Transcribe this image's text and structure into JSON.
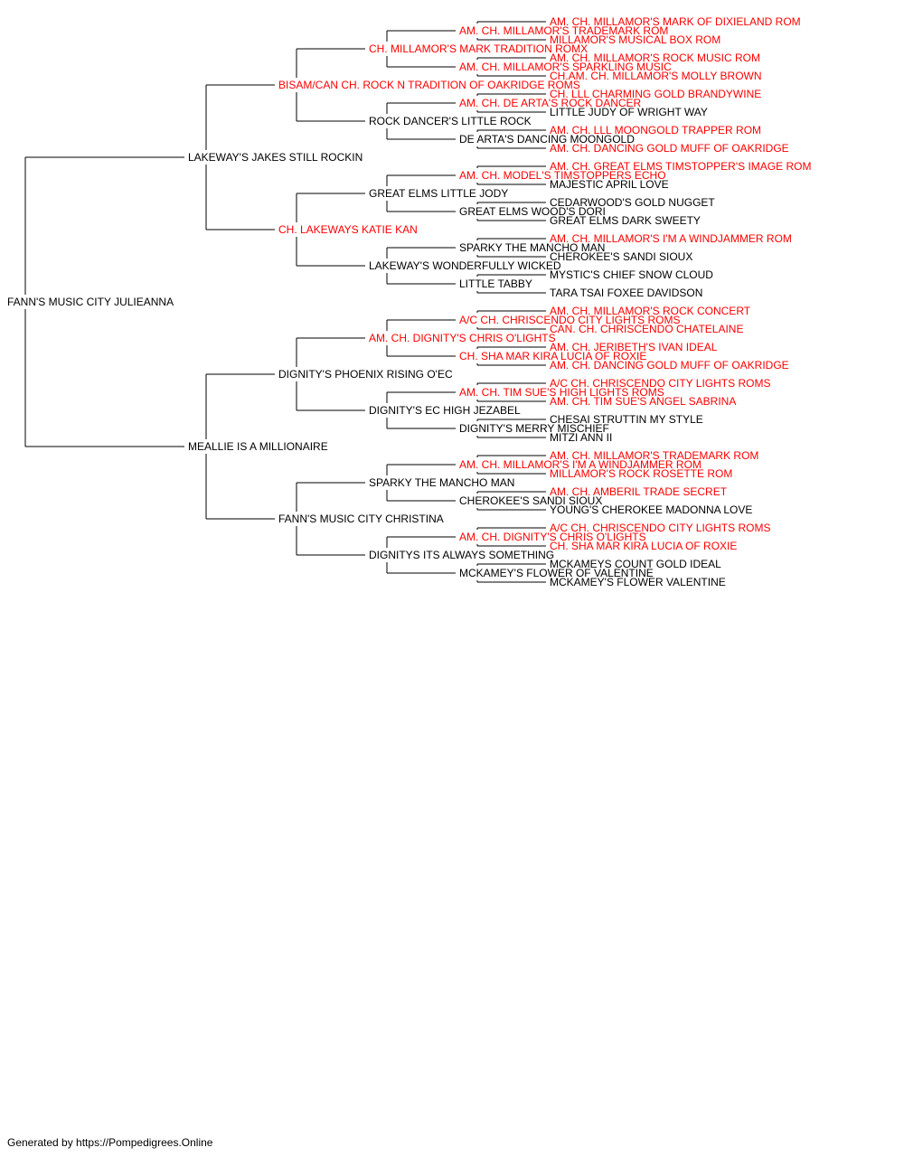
{
  "colors": {
    "champion": "#ff0000",
    "normal": "#000000",
    "line": "#000000"
  },
  "pedigree": {
    "name": "FANN'S MUSIC CITY JULIEANNA",
    "red": false,
    "sire": {
      "name": "LAKEWAY'S JAKES STILL ROCKIN",
      "red": false,
      "sire": {
        "name": "BISAM/CAN CH. ROCK N TRADITION OF OAKRIDGE ROMS",
        "red": true,
        "sire": {
          "name": "CH. MILLAMOR'S MARK TRADITION ROMX",
          "red": true,
          "sire": {
            "name": "AM. CH. MILLAMOR'S TRADEMARK ROM",
            "red": true,
            "sire": {
              "name": "AM. CH. MILLAMOR'S MARK OF DIXIELAND ROM",
              "red": true
            },
            "dam": {
              "name": "MILLAMOR'S MUSICAL BOX ROM",
              "red": true
            }
          },
          "dam": {
            "name": "AM. CH. MILLAMOR'S SPARKLING MUSIC",
            "red": true,
            "sire": {
              "name": "AM. CH. MILLAMOR'S ROCK MUSIC ROM",
              "red": true
            },
            "dam": {
              "name": "CH.AM. CH. MILLAMOR'S MOLLY BROWN",
              "red": true
            }
          }
        },
        "dam": {
          "name": "ROCK DANCER'S LITTLE ROCK",
          "red": false,
          "sire": {
            "name": "AM. CH. DE ARTA'S ROCK DANCER",
            "red": true,
            "sire": {
              "name": "CH. LLL CHARMING GOLD BRANDYWINE",
              "red": true
            },
            "dam": {
              "name": "LITTLE JUDY OF WRIGHT WAY",
              "red": false
            }
          },
          "dam": {
            "name": "DE ARTA'S DANCING MOONGOLD",
            "red": false,
            "sire": {
              "name": "AM. CH. LLL MOONGOLD TRAPPER ROM",
              "red": true
            },
            "dam": {
              "name": "AM. CH. DANCING GOLD MUFF OF OAKRIDGE",
              "red": true
            }
          }
        }
      },
      "dam": {
        "name": "CH. LAKEWAYS KATIE KAN",
        "red": true,
        "sire": {
          "name": "GREAT ELMS LITTLE JODY",
          "red": false,
          "sire": {
            "name": "AM. CH. MODEL'S TIMSTOPPERS ECHO",
            "red": true,
            "sire": {
              "name": "AM. CH. GREAT ELMS TIMSTOPPER'S IMAGE ROM",
              "red": true
            },
            "dam": {
              "name": "MAJESTIC APRIL LOVE",
              "red": false
            }
          },
          "dam": {
            "name": "GREAT ELMS WOOD'S DORI",
            "red": false,
            "sire": {
              "name": "CEDARWOOD'S GOLD NUGGET",
              "red": false
            },
            "dam": {
              "name": "GREAT ELMS DARK SWEETY",
              "red": false
            }
          }
        },
        "dam": {
          "name": "LAKEWAY'S WONDERFULLY WICKED",
          "red": false,
          "sire": {
            "name": "SPARKY THE MANCHO MAN",
            "red": false,
            "sire": {
              "name": "AM. CH. MILLAMOR'S I'M A WINDJAMMER ROM",
              "red": true
            },
            "dam": {
              "name": "CHEROKEE'S SANDI SIOUX",
              "red": false
            }
          },
          "dam": {
            "name": "LITTLE TABBY",
            "red": false,
            "sire": {
              "name": "MYSTIC'S CHIEF SNOW CLOUD",
              "red": false
            },
            "dam": {
              "name": "TARA TSAI FOXEE DAVIDSON",
              "red": false
            }
          }
        }
      }
    },
    "dam": {
      "name": "MEALLIE IS A MILLIONAIRE",
      "red": false,
      "sire": {
        "name": "DIGNITY'S PHOENIX RISING O'EC",
        "red": false,
        "sire": {
          "name": "AM. CH. DIGNITY'S CHRIS O'LIGHTS",
          "red": true,
          "sire": {
            "name": "A/C CH. CHRISCENDO CITY LIGHTS ROMS",
            "red": true,
            "sire": {
              "name": "AM. CH. MILLAMOR'S ROCK CONCERT",
              "red": true
            },
            "dam": {
              "name": "CAN. CH. CHRISCENDO CHATELAINE",
              "red": true
            }
          },
          "dam": {
            "name": "CH. SHA MAR KIRA LUCIA OF ROXIE",
            "red": true,
            "sire": {
              "name": "AM. CH. JERIBETH'S IVAN IDEAL",
              "red": true
            },
            "dam": {
              "name": "AM. CH. DANCING GOLD MUFF OF OAKRIDGE",
              "red": true
            }
          }
        },
        "dam": {
          "name": "DIGNITY'S EC HIGH JEZABEL",
          "red": false,
          "sire": {
            "name": "AM. CH. TIM SUE'S HIGH LIGHTS ROMS",
            "red": true,
            "sire": {
              "name": "A/C CH. CHRISCENDO CITY LIGHTS ROMS",
              "red": true
            },
            "dam": {
              "name": "AM. CH. TIM SUE'S ANGEL SABRINA",
              "red": true
            }
          },
          "dam": {
            "name": "DIGNITY'S MERRY MISCHIEF",
            "red": false,
            "sire": {
              "name": "CHESAI STRUTTIN MY STYLE",
              "red": false
            },
            "dam": {
              "name": "MITZI ANN II",
              "red": false
            }
          }
        }
      },
      "dam": {
        "name": "FANN'S MUSIC CITY CHRISTINA",
        "red": false,
        "sire": {
          "name": "SPARKY THE MANCHO MAN",
          "red": false,
          "sire": {
            "name": "AM. CH. MILLAMOR'S I'M A WINDJAMMER ROM",
            "red": true,
            "sire": {
              "name": "AM. CH. MILLAMOR'S TRADEMARK ROM",
              "red": true
            },
            "dam": {
              "name": "MILLAMOR'S ROCK ROSETTE ROM",
              "red": true
            }
          },
          "dam": {
            "name": "CHEROKEE'S SANDI SIOUX",
            "red": false,
            "sire": {
              "name": "AM. CH. AMBERIL TRADE SECRET",
              "red": true
            },
            "dam": {
              "name": "YOUNG'S CHEROKEE MADONNA LOVE",
              "red": false
            }
          }
        },
        "dam": {
          "name": "DIGNITYS ITS ALWAYS SOMETHING",
          "red": false,
          "sire": {
            "name": "AM. CH. DIGNITY'S CHRIS O'LIGHTS",
            "red": true,
            "sire": {
              "name": "A/C CH. CHRISCENDO CITY LIGHTS ROMS",
              "red": true
            },
            "dam": {
              "name": "CH. SHA MAR KIRA LUCIA OF ROXIE",
              "red": true
            }
          },
          "dam": {
            "name": "MCKAMEY'S FLOWER OF VALENTINE",
            "red": false,
            "sire": {
              "name": "MCKAMEYS COUNT GOLD IDEAL",
              "red": false
            },
            "dam": {
              "name": "MCKAMEY'S FLOWER VALENTINE",
              "red": false
            }
          }
        }
      }
    }
  },
  "footer": {
    "text": "Generated by https://Pompedigrees.Online"
  }
}
